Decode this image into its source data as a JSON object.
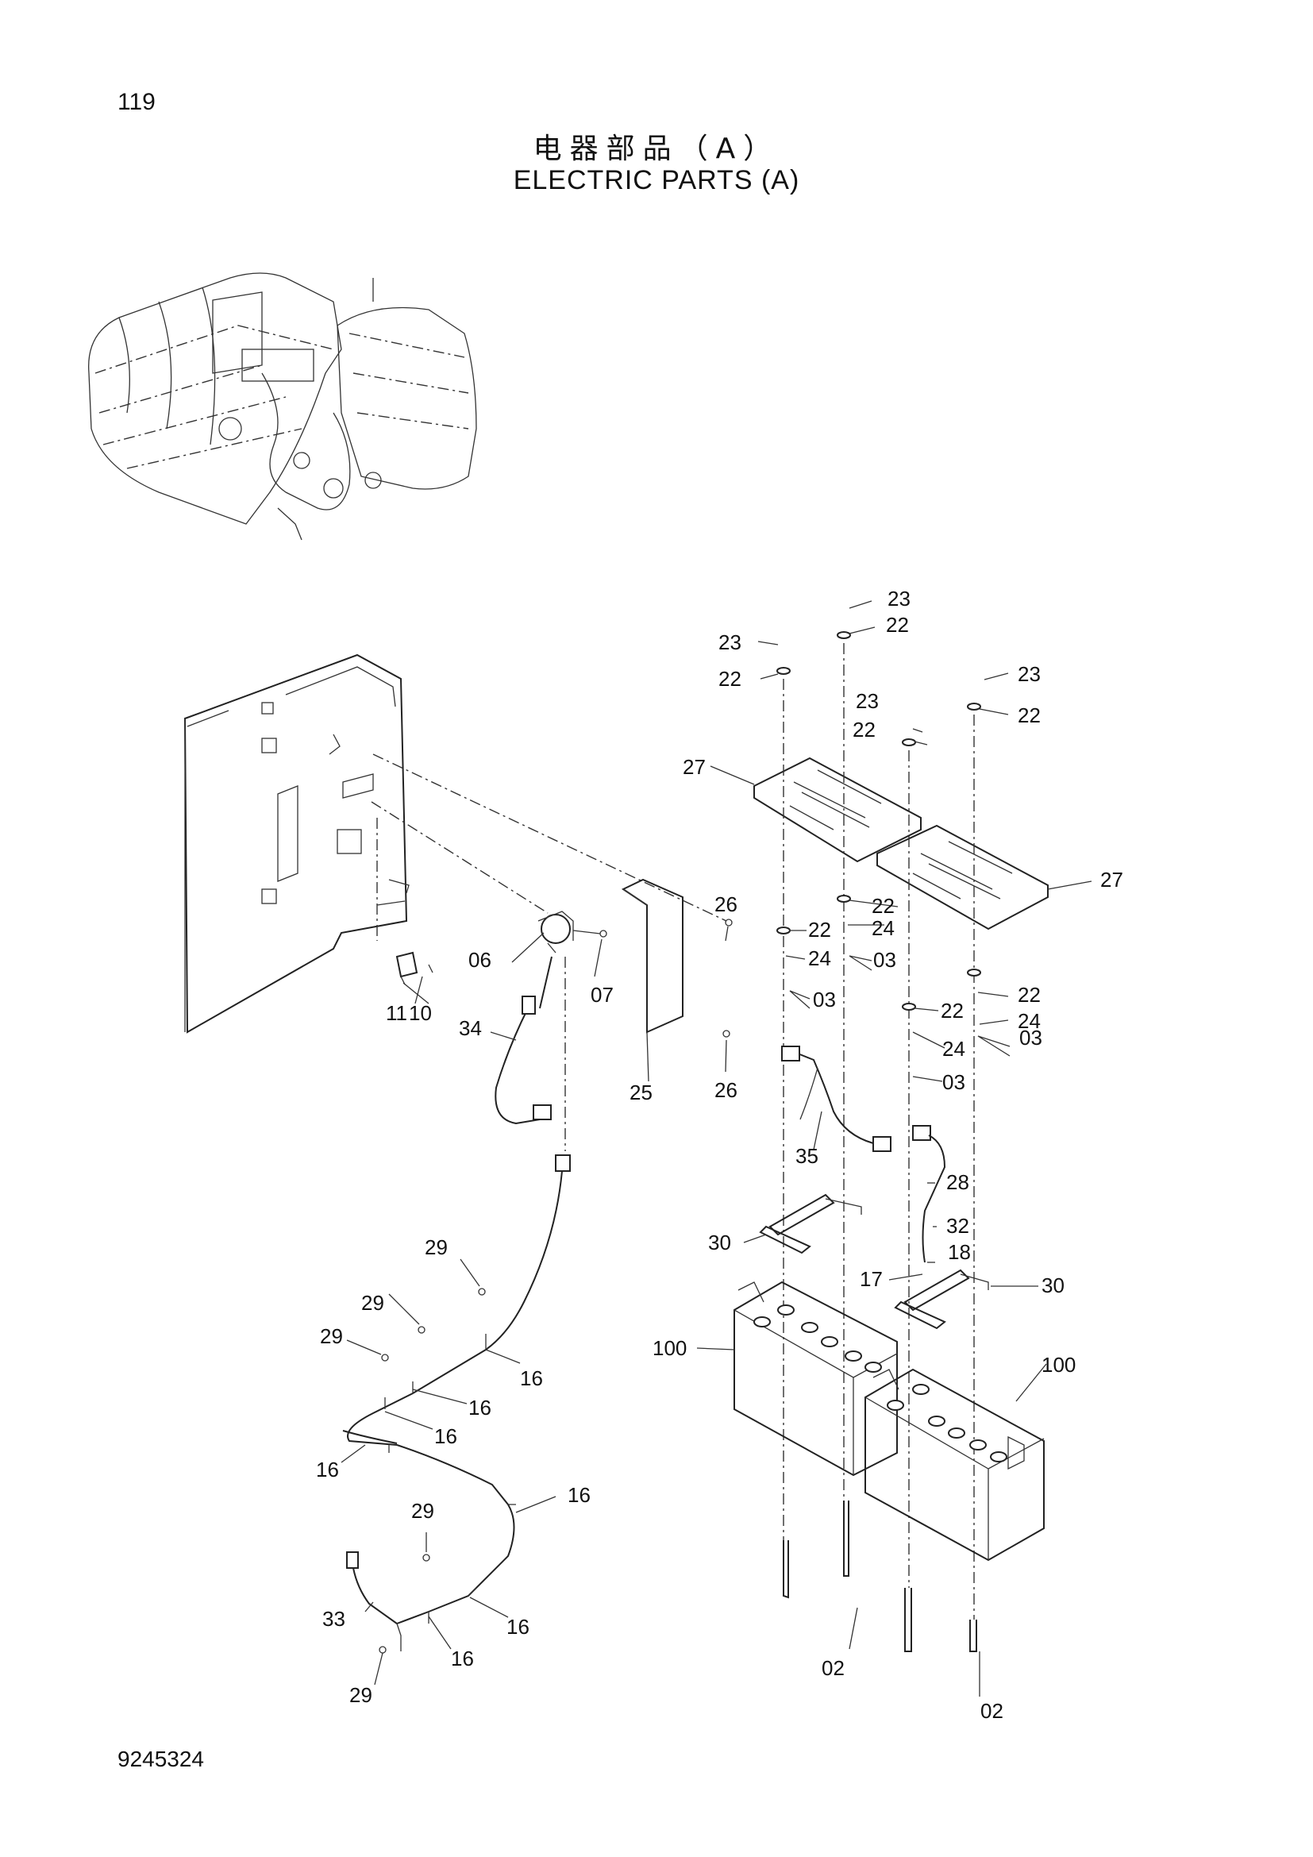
{
  "page": {
    "page_number": "119",
    "title_cn": "电器部品（A）",
    "title_en": "ELECTRIC PARTS (A)",
    "document_number": "9245324"
  },
  "callouts": {
    "c02a": "02",
    "c02b": "02",
    "c03a": "03",
    "c03b": "03",
    "c03c": "03",
    "c03d": "03",
    "c06": "06",
    "c07": "07",
    "c10": "10",
    "c11": "11",
    "c16a": "16",
    "c16b": "16",
    "c16c": "16",
    "c16d": "16",
    "c16e": "16",
    "c16f": "16",
    "c16g": "16",
    "c17": "17",
    "c18": "18",
    "c22a": "22",
    "c22b": "22",
    "c22c": "22",
    "c22d": "22",
    "c22e": "22",
    "c22f": "22",
    "c22g": "22",
    "c22h": "22",
    "c23a": "23",
    "c23b": "23",
    "c23c": "23",
    "c23d": "23",
    "c24a": "24",
    "c24b": "24",
    "c24c": "24",
    "c24d": "24",
    "c25": "25",
    "c26a": "26",
    "c26b": "26",
    "c27a": "27",
    "c27b": "27",
    "c28": "28",
    "c29a": "29",
    "c29b": "29",
    "c29c": "29",
    "c29d": "29",
    "c29e": "29",
    "c30a": "30",
    "c30b": "30",
    "c32": "32",
    "c33": "33",
    "c34": "34",
    "c35": "35",
    "c100a": "100",
    "c100b": "100"
  }
}
